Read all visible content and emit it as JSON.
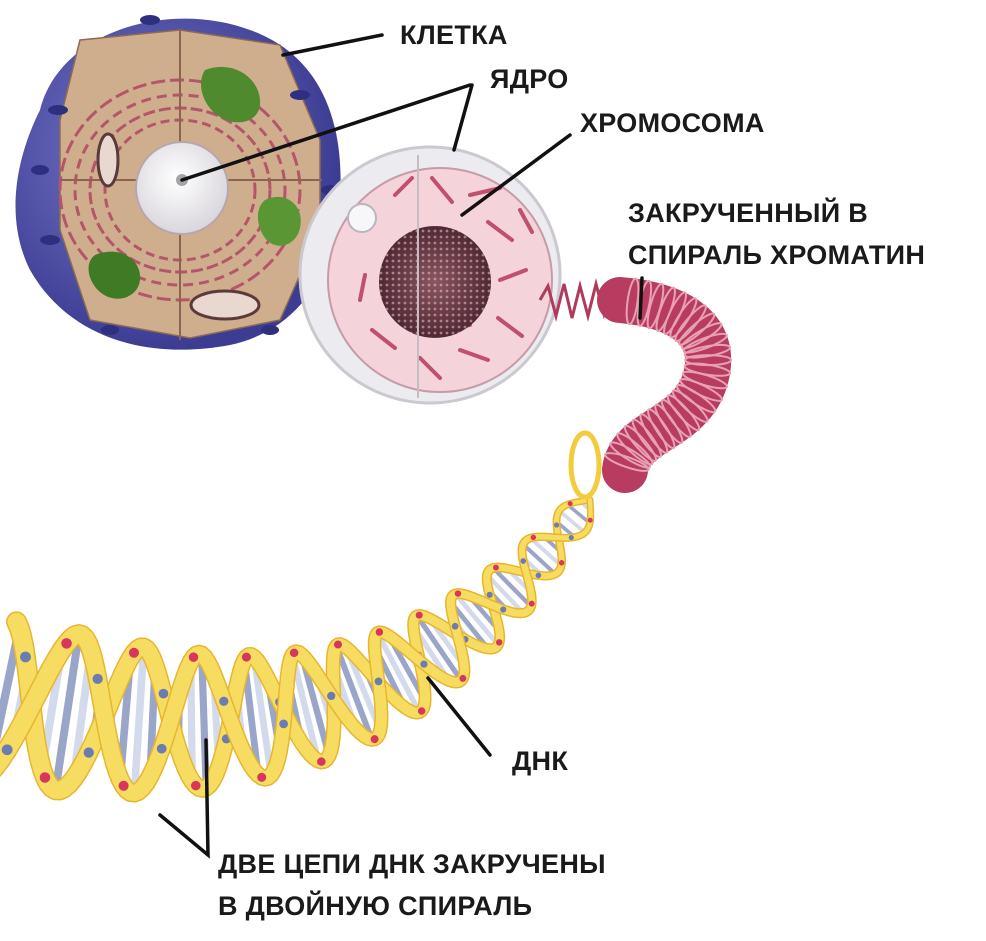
{
  "labels": {
    "cell": "КЛЕТКА",
    "nucleus": "ЯДРО",
    "chromosome": "ХРОМОСОМА",
    "chromatin_line1": "ЗАКРУЧЕННЫЙ В",
    "chromatin_line2": "СПИРАЛЬ ХРОМАТИН",
    "dna": "ДНК",
    "strands_line1": "ДВЕ ЦЕПИ ДНК ЗАКРУЧЕНЫ",
    "strands_line2": "В ДВОЙНУЮ СПИРАЛЬ"
  },
  "colors": {
    "membrane": "#4a4aa8",
    "cytoplasm": "#c9a88a",
    "er": "#b85c6e",
    "chloroplast": "#4f8a2e",
    "nucleus_fill": "#f3d6dc",
    "chromatin": "#b03a5c",
    "dna_backbone": "#f2cc3c",
    "dna_rung": "#9aa6c8",
    "leader": "#111111"
  }
}
